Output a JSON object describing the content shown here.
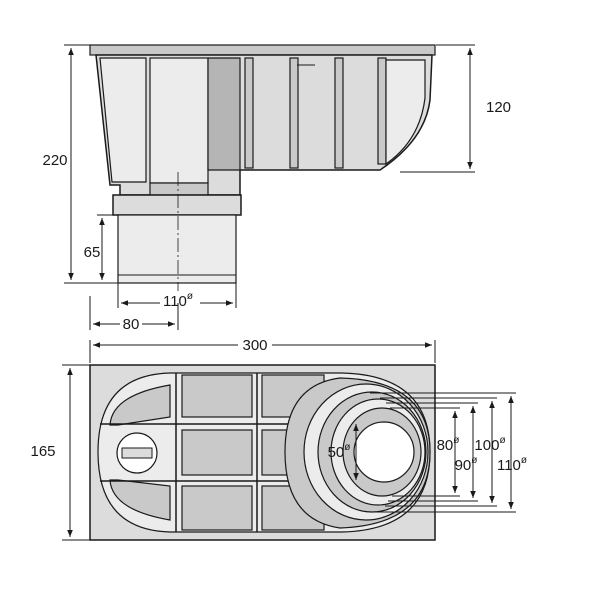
{
  "dimensions": {
    "side_height_total": "220",
    "side_height_upper": "120",
    "side_height_outlet": "65",
    "side_outlet_diameter": "110",
    "side_offset": "80",
    "plan_width": "300",
    "plan_depth": "165",
    "plan_inner_diameter": "50",
    "plan_ring_80": "80",
    "plan_ring_90": "90",
    "plan_ring_100": "100",
    "plan_ring_110": "110",
    "diameter_symbol": "ø"
  }
}
